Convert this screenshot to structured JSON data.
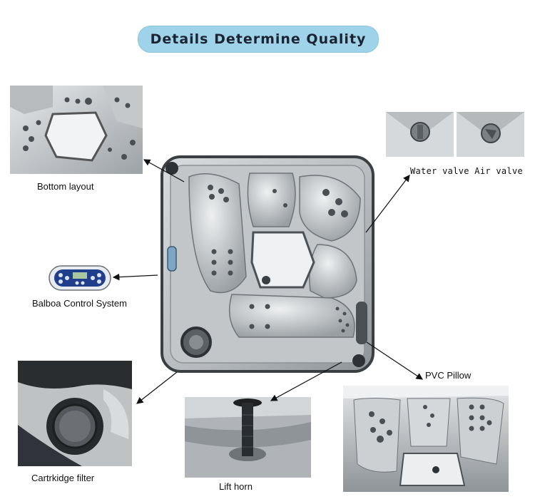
{
  "banner": {
    "title": "Details Determine Quality"
  },
  "callouts": {
    "bottom_layout": "Bottom layout",
    "valves": "Water valve Air valve",
    "control_system": "Balboa Control System",
    "pillow": "PVC Pillow",
    "filter": "Cartrkidge filter",
    "lift_horn": "Lift  horn"
  },
  "icons": {
    "banner": "rounded-pill",
    "arrow": "arrow-icon"
  },
  "colors": {
    "banner_bg": "#9fd3ea",
    "tub_shell": "#c9ccce",
    "tub_rim": "#3a3f44"
  }
}
